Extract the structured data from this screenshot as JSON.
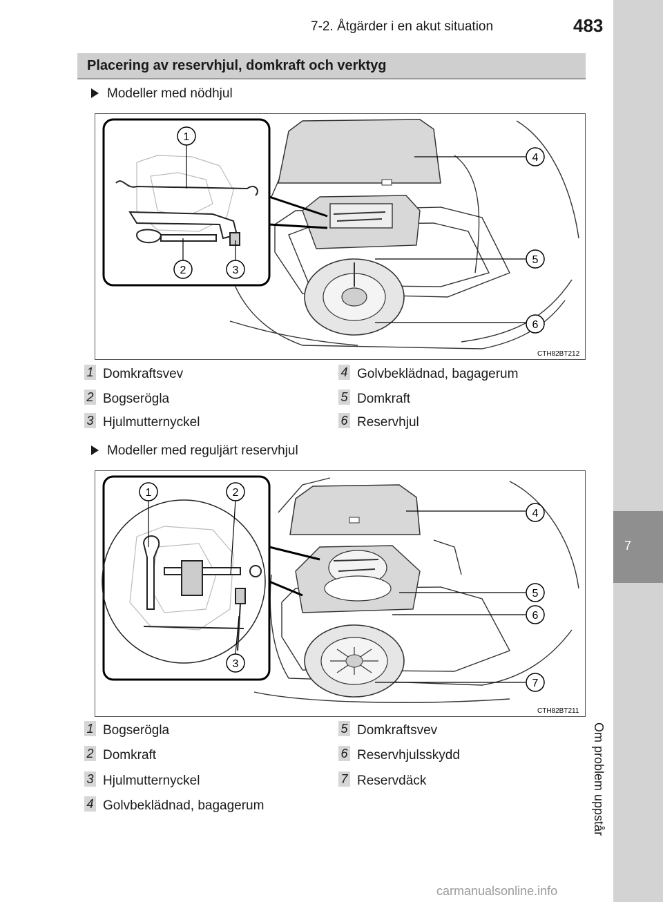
{
  "header": {
    "section": "7-2. Åtgärder i en akut situation",
    "page_number": "483"
  },
  "side_tab": {
    "chapter": "7",
    "title": "Om problem uppstår"
  },
  "section_title": "Placering av reservhjul, domkraft och verktyg",
  "figure1": {
    "bullet": "Modeller med nödhjul",
    "code": "CTH82BT212",
    "callouts": [
      "1",
      "2",
      "3",
      "4",
      "5",
      "6"
    ],
    "legend": [
      {
        "num": "1",
        "label": "Domkraftsvev"
      },
      {
        "num": "2",
        "label": "Bogserögla"
      },
      {
        "num": "3",
        "label": "Hjulmutternyckel"
      },
      {
        "num": "4",
        "label": "Golvbeklädnad, bagagerum"
      },
      {
        "num": "5",
        "label": "Domkraft"
      },
      {
        "num": "6",
        "label": "Reservhjul"
      }
    ]
  },
  "figure2": {
    "bullet": "Modeller med reguljärt reservhjul",
    "code": "CTH82BT211",
    "callouts": [
      "1",
      "2",
      "3",
      "4",
      "5",
      "6",
      "7"
    ],
    "legend": [
      {
        "num": "1",
        "label": "Bogserögla"
      },
      {
        "num": "2",
        "label": "Domkraft"
      },
      {
        "num": "3",
        "label": "Hjulmutternyckel"
      },
      {
        "num": "4",
        "label": "Golvbeklädnad, bagagerum"
      },
      {
        "num": "5",
        "label": "Domkraftsvev"
      },
      {
        "num": "6",
        "label": "Reservhjulsskydd"
      },
      {
        "num": "7",
        "label": "Reservdäck"
      }
    ]
  },
  "watermark": "carmanualsonline.info"
}
